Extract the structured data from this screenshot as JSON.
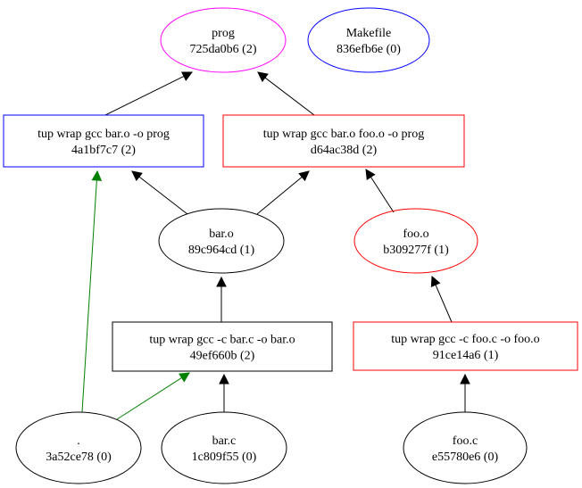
{
  "graph": {
    "colors": {
      "default": "#000000",
      "magenta": "#ff00ff",
      "blue": "#0000ff",
      "red": "#ff0000",
      "green": "#008000"
    },
    "nodes": [
      {
        "id": "prog",
        "shape": "ellipse",
        "color": "magenta",
        "label": "prog",
        "sublabel": "725da0b6 (2)"
      },
      {
        "id": "makefile",
        "shape": "ellipse",
        "color": "blue",
        "label": "Makefile",
        "sublabel": "836efb6e (0)"
      },
      {
        "id": "cmd-link-bar",
        "shape": "box",
        "color": "blue",
        "label": "tup wrap gcc bar.o -o prog",
        "sublabel": "4a1bf7c7 (2)"
      },
      {
        "id": "cmd-link-barfoo",
        "shape": "box",
        "color": "red",
        "label": "tup wrap gcc bar.o foo.o -o prog",
        "sublabel": "d64ac38d (2)"
      },
      {
        "id": "bar-o",
        "shape": "ellipse",
        "color": "default",
        "label": "bar.o",
        "sublabel": "89c964cd (1)"
      },
      {
        "id": "foo-o",
        "shape": "ellipse",
        "color": "red",
        "label": "foo.o",
        "sublabel": "b309277f (1)"
      },
      {
        "id": "cmd-compile-bar",
        "shape": "box",
        "color": "default",
        "label": "tup wrap gcc -c bar.c -o bar.o",
        "sublabel": "49ef660b (2)"
      },
      {
        "id": "cmd-compile-foo",
        "shape": "box",
        "color": "red",
        "label": "tup wrap gcc -c foo.c -o foo.o",
        "sublabel": "91ce14a6 (1)"
      },
      {
        "id": "dot-dir",
        "shape": "ellipse",
        "color": "default",
        "label": ".",
        "sublabel": "3a52ce78 (0)"
      },
      {
        "id": "bar-c",
        "shape": "ellipse",
        "color": "default",
        "label": "bar.c",
        "sublabel": "1c809f55 (0)"
      },
      {
        "id": "foo-c",
        "shape": "ellipse",
        "color": "default",
        "label": "foo.c",
        "sublabel": "e55780e6 (0)"
      }
    ],
    "edges": [
      {
        "from": "cmd-link-bar",
        "to": "prog",
        "color": "default"
      },
      {
        "from": "cmd-link-barfoo",
        "to": "prog",
        "color": "default"
      },
      {
        "from": "bar-o",
        "to": "cmd-link-bar",
        "color": "default"
      },
      {
        "from": "bar-o",
        "to": "cmd-link-barfoo",
        "color": "default"
      },
      {
        "from": "foo-o",
        "to": "cmd-link-barfoo",
        "color": "default"
      },
      {
        "from": "cmd-compile-bar",
        "to": "bar-o",
        "color": "default"
      },
      {
        "from": "cmd-compile-foo",
        "to": "foo-o",
        "color": "default"
      },
      {
        "from": "dot-dir",
        "to": "cmd-link-bar",
        "color": "green"
      },
      {
        "from": "dot-dir",
        "to": "cmd-compile-bar",
        "color": "green"
      },
      {
        "from": "bar-c",
        "to": "cmd-compile-bar",
        "color": "default"
      },
      {
        "from": "foo-c",
        "to": "cmd-compile-foo",
        "color": "default"
      }
    ]
  }
}
